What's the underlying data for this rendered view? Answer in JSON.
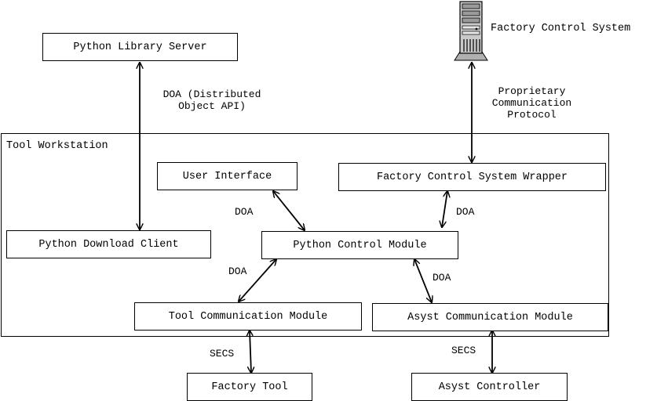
{
  "boxes": {
    "python_library_server": "Python Library Server",
    "factory_control_system": "Factory Control System",
    "tool_workstation": "Tool Workstation",
    "user_interface": "User Interface",
    "fcs_wrapper": "Factory Control System Wrapper",
    "python_download_client": "Python Download Client",
    "python_control_module": "Python Control Module",
    "tool_comm_module": "Tool Communication Module",
    "asyst_comm_module": "Asyst Communication Module",
    "factory_tool": "Factory Tool",
    "asyst_controller": "Asyst Controller"
  },
  "edge_labels": {
    "doa_distributed_line1": "DOA (Distributed",
    "doa_distributed_line2": "Object API)",
    "proprietary_line1": "Proprietary",
    "proprietary_line2": "Communication",
    "proprietary_line3": "Protocol",
    "doa_ui": "DOA",
    "doa_wrapper": "DOA",
    "doa_tool": "DOA",
    "doa_asyst": "DOA",
    "secs_tool": "SECS",
    "secs_asyst": "SECS"
  },
  "icons": {
    "server": "server-tower-icon"
  }
}
